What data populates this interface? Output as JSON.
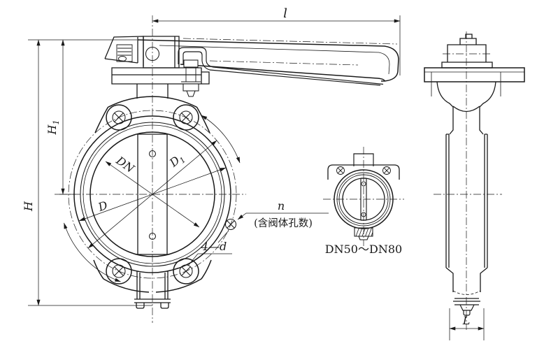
{
  "labels": {
    "l": "l",
    "H": "H",
    "H1": {
      "base": "H",
      "sub": "1"
    },
    "DN": "DN",
    "D1": {
      "base": "D",
      "sub": "1"
    },
    "D": "D",
    "n": "n",
    "n_note": "(含阀体孔数)",
    "four_d": "4—d",
    "L": "L",
    "small_view_caption": "DN50～DN80"
  },
  "colors": {
    "line": "#1a1a1a",
    "background": "#ffffff"
  }
}
